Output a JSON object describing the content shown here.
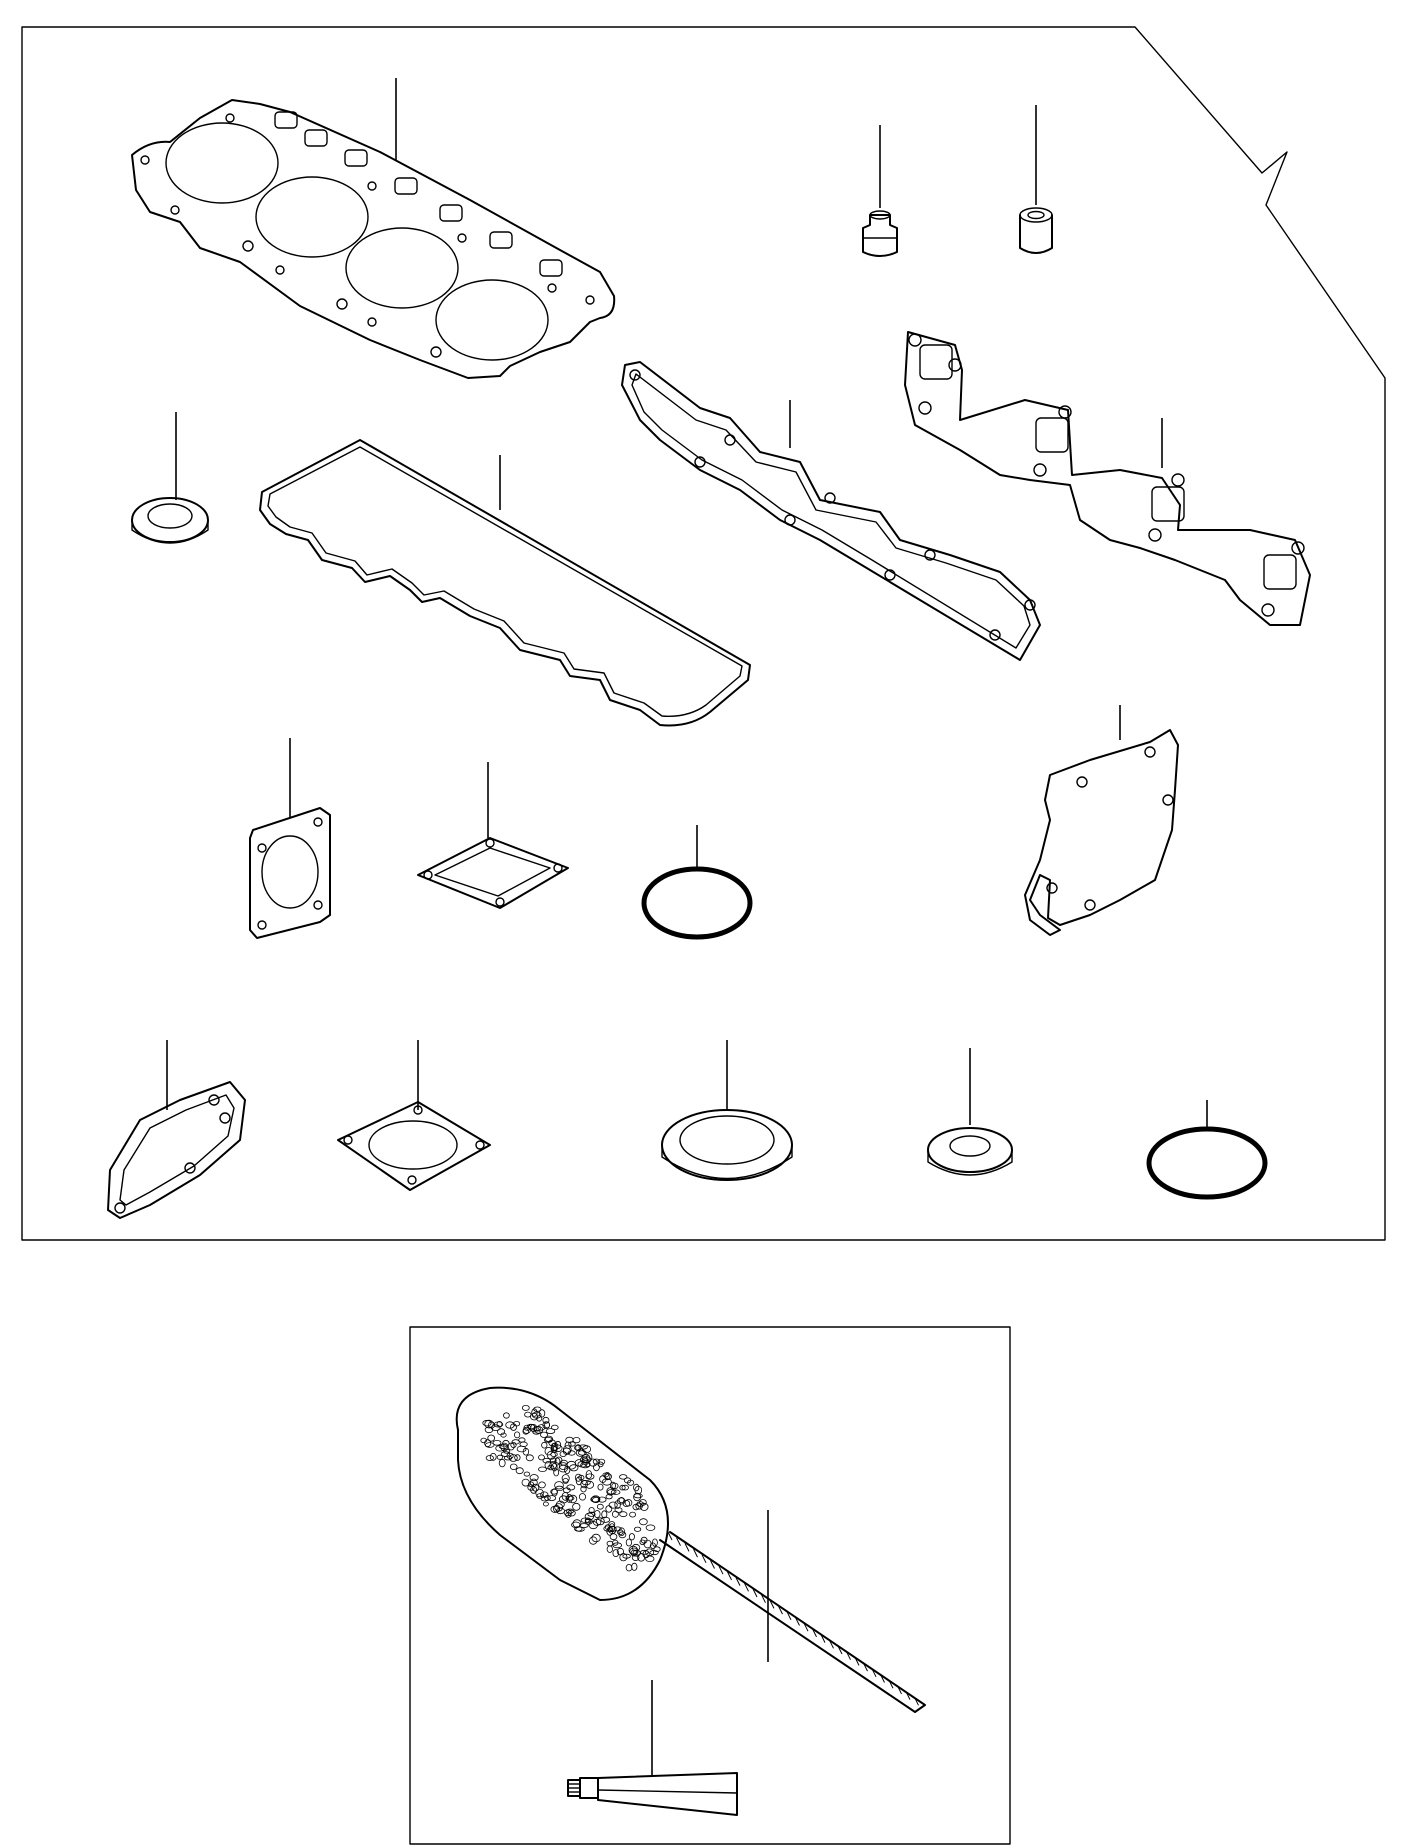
{
  "diagram": {
    "kind": "exploded parts illustration",
    "panels": [
      "gasket-kit",
      "accessories"
    ],
    "parts": [
      "cylinder-head-gasket",
      "valve-stem-seal",
      "valve-stem-seal-plain",
      "washer-seal",
      "rocker-cover-gasket",
      "intake-manifold-gasket",
      "exhaust-manifold-gasket",
      "thermostat-gasket",
      "outlet-gasket",
      "o-ring",
      "water-pump-gasket",
      "housing-gasket",
      "flange-gasket",
      "large-seal-ring",
      "small-seal-ring",
      "o-ring-large",
      "cleaning-brush",
      "sealant-tube"
    ],
    "text_labels": []
  }
}
